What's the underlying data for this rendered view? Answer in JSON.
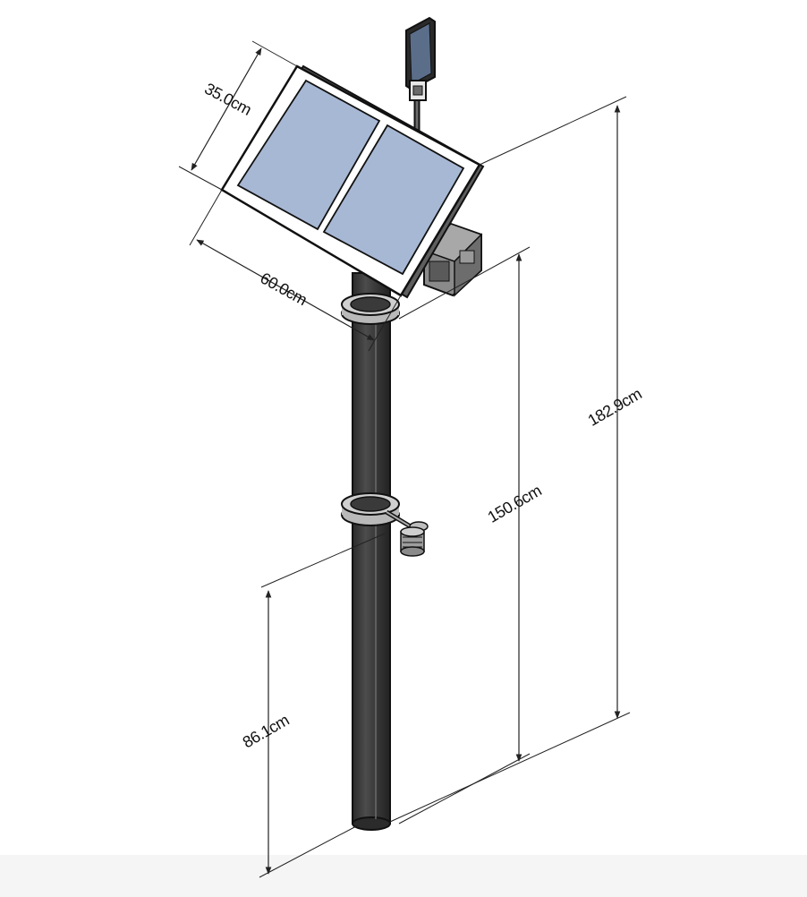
{
  "dimensions": {
    "panel_height": "35.0cm",
    "panel_width": "60.0cm",
    "total_height": "182.9cm",
    "pole_height": "150.6cm",
    "sensor_height": "86.1cm"
  },
  "colors": {
    "panel_glass": "#a7b8d4",
    "panel_frame": "#ffffff",
    "pole": "#3a3a3a",
    "pole_highlight": "#6b6b6b",
    "bracket": "#b9b9b9",
    "enclosure": "#8a8a8a",
    "floor_shadow": "#f4f4f4"
  }
}
